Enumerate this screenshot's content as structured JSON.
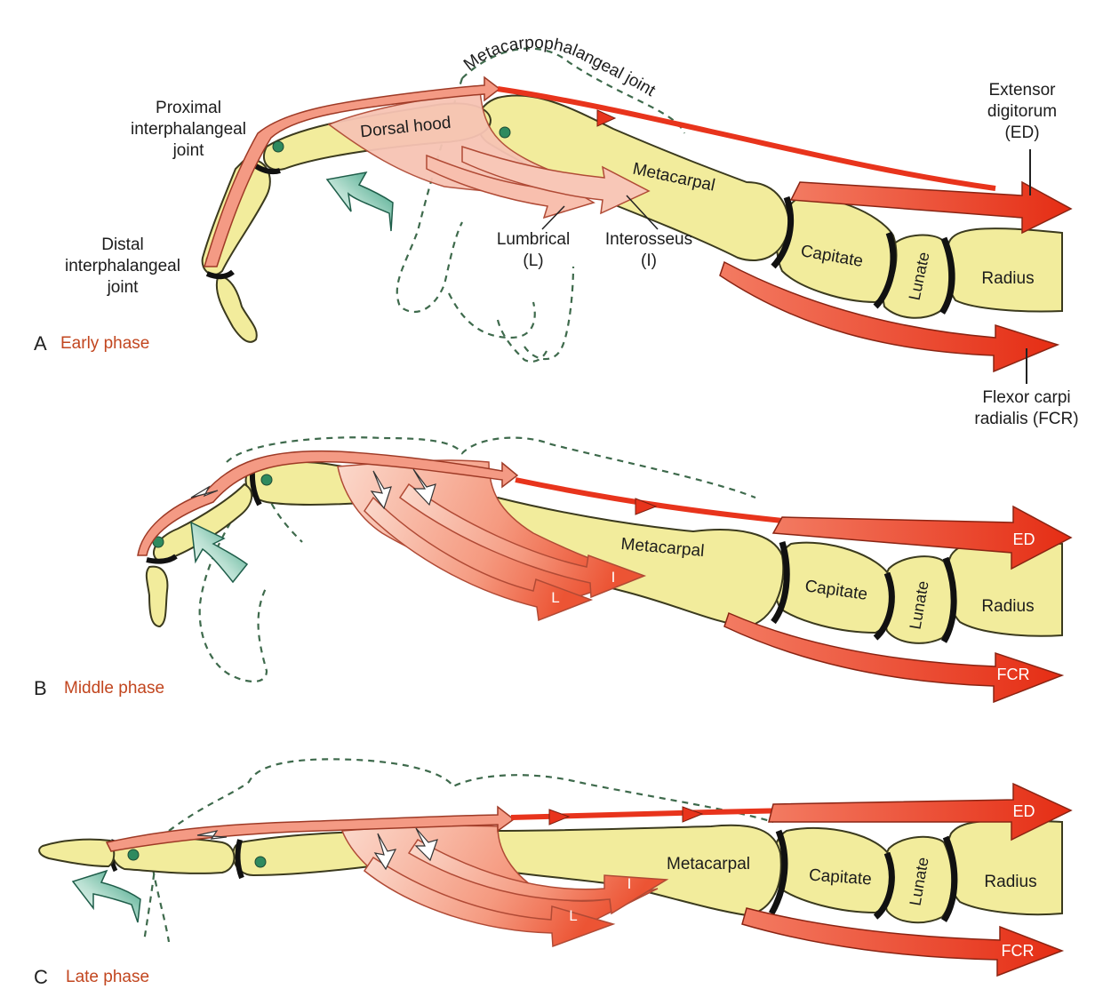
{
  "colors": {
    "bone": "#f2ec9c",
    "bone_outline": "#3b3a1e",
    "joint": "#111111",
    "tendon": "#f49a84",
    "tendon_outline": "#9e3a26",
    "muscle_light": "#f9cfc0",
    "muscle_dark": "#ef6b4e",
    "arrow_red": "#e8341c",
    "motion_arrow": "#2f9a7a",
    "outline_dashed": "#3e6a4c",
    "panel_title": "#c2461f"
  },
  "panels": {
    "a": {
      "letter": "A",
      "title": "Early phase"
    },
    "b": {
      "letter": "B",
      "title": "Middle phase"
    },
    "c": {
      "letter": "C",
      "title": "Late phase"
    }
  },
  "labels": {
    "pip": "Proximal\ninterphalangeal\njoint",
    "dip": "Distal\ninterphalangeal\njoint",
    "dorsal_hood": "Dorsal hood",
    "mcp": "Metacarpophalangeal joint",
    "extensor": "Extensor\ndigitorum\n(ED)",
    "flexor": "Flexor carpi\nradialis (FCR)",
    "lumbrical": "Lumbrical\n(L)",
    "interosseus": "Interosseus\n(I)",
    "metacarpal": "Metacarpal",
    "capitate": "Capitate",
    "lunate": "Lunate",
    "radius": "Radius",
    "ed_short": "ED",
    "fcr_short": "FCR",
    "l_short": "L",
    "i_short": "I"
  },
  "icons": [
    "curved-motion-arrow-icon",
    "joint-axis-dot-icon",
    "tendon-pull-arrow-icon",
    "dashed-start-position-outline"
  ]
}
